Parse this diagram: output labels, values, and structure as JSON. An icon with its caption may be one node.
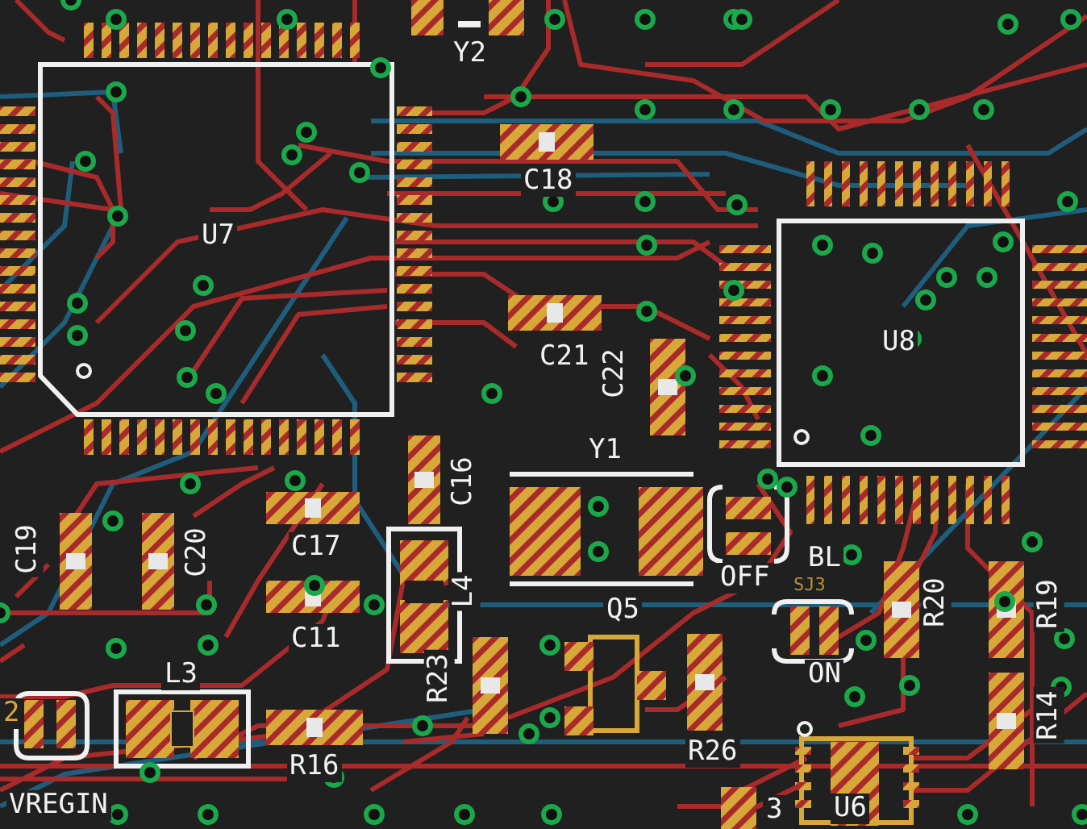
{
  "diagram": {
    "labels": [
      "Y2",
      "C18",
      "U7",
      "U8",
      "C21",
      "C22",
      "Y1",
      "C16",
      "C19",
      "C20",
      "C17",
      "OFF",
      "BL",
      "SJ3",
      "L4",
      "Q5",
      "R20",
      "R19",
      "C11",
      "ON",
      "R23",
      "R14",
      "L3",
      "2",
      "R26",
      "R16",
      "VREGIN",
      "3",
      "U6"
    ]
  }
}
